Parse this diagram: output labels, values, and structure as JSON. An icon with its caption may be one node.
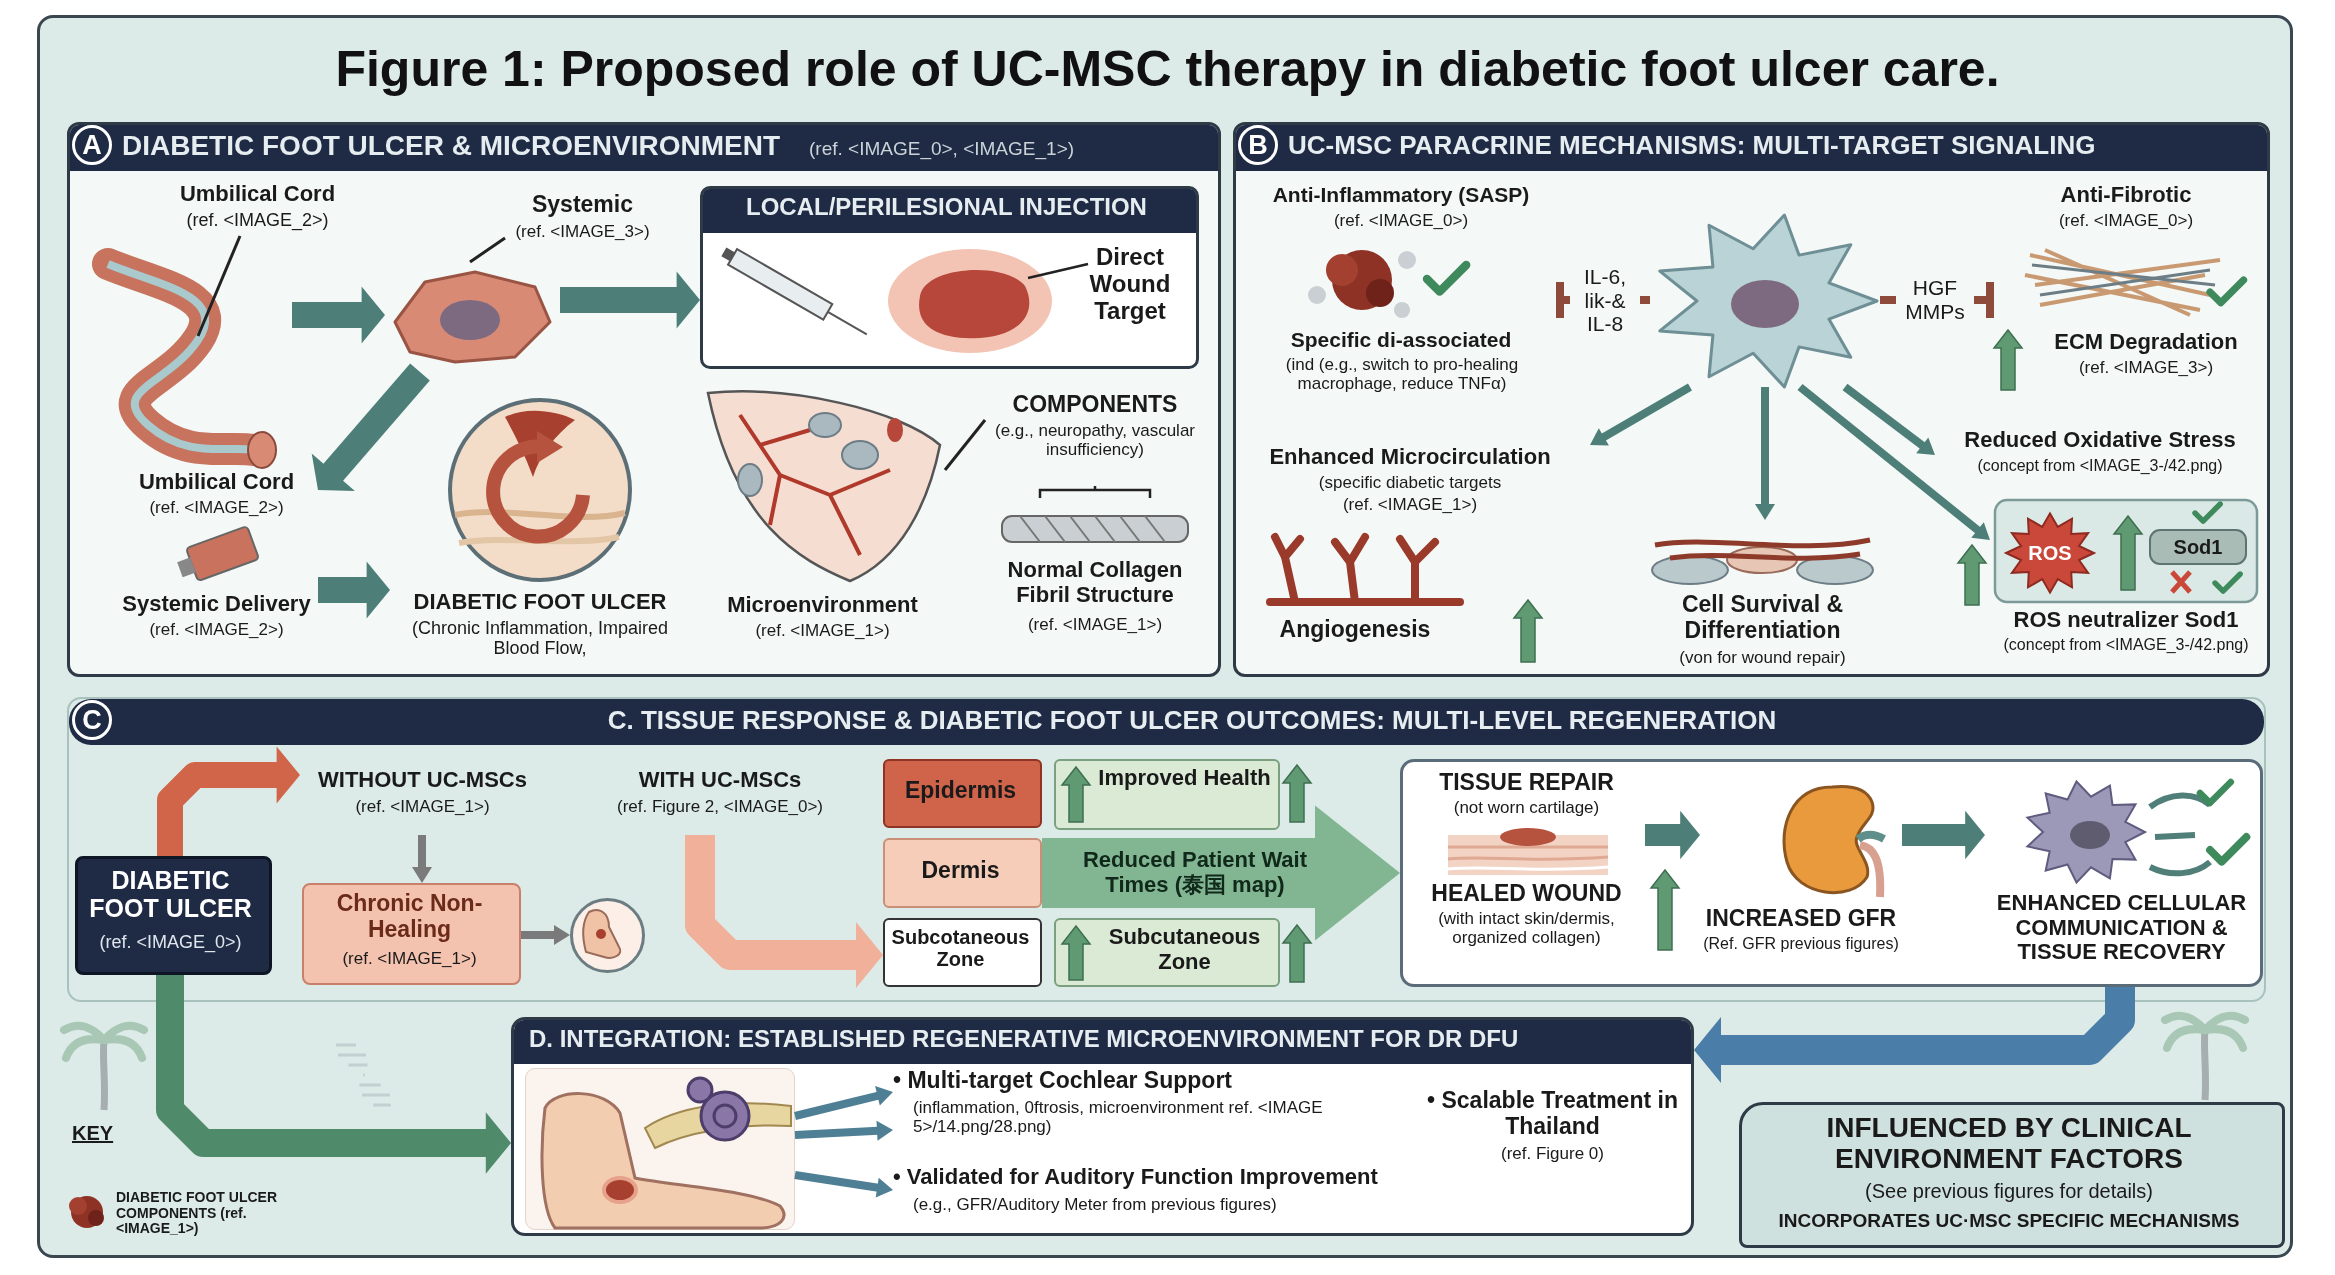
{
  "diagram": {
    "title": "Figure 1: Proposed role of UC-MSC therapy in diabetic foot ulcer care.",
    "nodes": [
      {
        "text": [
          "A",
          "DIABETIC FOOT ULCER & MICROENVIRONMENT",
          "(ref. <IMAGE_0>, <IMAGE_1>)"
        ]
      },
      {
        "text": [
          "Umbilical Cord",
          "(ref. <IMAGE_2>)"
        ],
        "in": 0
      },
      {
        "text": [
          "Systemic",
          "(ref. <IMAGE_3>)"
        ],
        "in": 0
      },
      {
        "text": [
          "LOCAL/PERILESIONAL INJECTION",
          "Direct Wound Target"
        ],
        "in": 0
      },
      {
        "text": [
          "Umbilical Cord",
          "(ref. <IMAGE_2>)",
          "Systemic Delivery",
          "(ref. <IMAGE_2>)"
        ],
        "in": 0
      },
      {
        "text": [
          "DIABETIC FOOT ULCER",
          "(Chronic Inflammation, Impaired Blood Flow,"
        ],
        "in": 0
      },
      {
        "text": [
          "Microenvironment",
          "(ref. <IMAGE_1>)"
        ],
        "in": 0
      },
      {
        "text": [
          "COMPONENTS",
          "(e.g., neuropathy, vascular insufficiency)"
        ],
        "in": 0
      },
      {
        "text": [
          "Normal Collagen Fibril Structure",
          "(ref. <IMAGE_1>)"
        ],
        "in": 0
      },
      {
        "text": [
          "B",
          "UC-MSC PARACRINE MECHANISMS: MULTI-TARGET SIGNALING"
        ]
      },
      {
        "text": [],
        "shape": "picture",
        "in": 9
      },
      {
        "text": [
          "Anti-Inflammatory (SASP)",
          "(ref. <IMAGE_0>)",
          "Specific di-associated",
          "(ind (e.g., switch to pro-healing macrophage, reduce TNFα)"
        ],
        "in": 9
      },
      {
        "text": [
          "Anti-Fibrotic",
          "(ref. <IMAGE_0>)",
          "ECM Degradation",
          "(ref. <IMAGE_3>)"
        ],
        "in": 9
      },
      {
        "text": [
          "Enhanced Microcirculation",
          "(specific diabetic targets",
          "(ref. <IMAGE_1>)",
          "Angiogenesis"
        ],
        "in": 9
      },
      {
        "text": [
          "Cell Survival & Differentiation",
          "(von for wound repair)"
        ],
        "in": 9
      },
      {
        "text": [
          "Reduced Oxidative Stress",
          "(concept from <IMAGE_3-/42.png)"
        ],
        "in": 9
      },
      {
        "text": [
          "ROS",
          "Sod1",
          "ROS neutralizer Sod1",
          "(concept from <IMAGE_3-/42.png)"
        ],
        "in": 9
      },
      {
        "text": [
          "C",
          "C. TISSUE RESPONSE & DIABETIC FOOT ULCER OUTCOMES: MULTI-LEVEL REGENERATION"
        ]
      },
      {
        "text": [
          "DIABETIC FOOT ULCER",
          "(ref. <IMAGE_0>)"
        ],
        "in": 17
      },
      {
        "text": [
          "WITHOUT UC-MSCs",
          "(ref. <IMAGE_1>)"
        ],
        "in": 17
      },
      {
        "text": [
          "Chronic Non-Healing",
          "(ref. <IMAGE_1>)"
        ],
        "in": 17
      },
      {
        "text": [],
        "shape": "circle",
        "in": 17
      },
      {
        "text": [
          "WITH UC-MSCs",
          "(ref. Figure 2, <IMAGE_0>)"
        ],
        "in": 17
      },
      {
        "text": [
          "Epidermis"
        ],
        "in": 17
      },
      {
        "text": [
          "Dermis"
        ],
        "in": 17
      },
      {
        "text": [
          "Subcotaneous Zone"
        ],
        "in": 17
      },
      {
        "text": [
          "Improved Health"
        ],
        "in": 17
      },
      {
        "text": [
          "Subcutaneous Zone"
        ],
        "in": 17
      },
      {
        "text": [],
        "shape": "box",
        "in": 17
      },
      {
        "text": [
          "TISSUE REPAIR",
          "(not worn cartilage)",
          "HEALED WOUND",
          "(with intact skin/dermis, organized collagen)"
        ],
        "in": 28
      },
      {
        "text": [
          "INCREASED GFR",
          "(Ref. GFR previous figures)"
        ],
        "in": 28
      },
      {
        "text": [
          "ENHANCED CELLULAR COMMUNICATION & TISSUE RECOVERY"
        ],
        "in": 28
      },
      {
        "text": [
          "D. INTEGRATION: ESTABLISHED REGENERATIVE MICROENVIRONMENT FOR DR DFU"
        ]
      },
      {
        "text": [],
        "shape": "picture",
        "in": 32
      },
      {
        "text": [
          "• Multi-target Cochlear Support",
          "(inflammation, 0ftrosis, microenvironment ref. <IMAGE 5>/14.png/28.png)"
        ],
        "in": 32
      },
      {
        "text": [
          "• Validated for Auditory Function Improvement",
          "(e.g., GFR/Auditory Meter from previous figures)"
        ],
        "in": 32
      },
      {
        "text": [
          "• Scalable Treatment in Thailand",
          "(ref. Figure 0)"
        ],
        "in": 32
      },
      {
        "text": [
          "INFLUENCED BY CLINICAL ENVIRONMENT FACTORS",
          "(See previous figures for details)",
          "INCORPORATES UC·MSC SPECIFIC MECHANISMS"
        ]
      },
      {
        "text": [],
        "shape": "picture",
        "in": 0
      },
      {
        "text": [],
        "shape": "picture",
        "in": 0
      }
    ],
    "edges": [
      {
        "from": 38,
        "to": 39,
        "arrow": "to",
        "style": "thick"
      },
      {
        "from": 39,
        "to": 3,
        "arrow": "to",
        "style": "thick"
      },
      {
        "from": 39,
        "to": 4,
        "arrow": "to",
        "style": "thick"
      },
      {
        "from": 4,
        "to": 5,
        "arrow": "to",
        "style": "thick"
      },
      {
        "from": 7,
        "to": 6,
        "arrow": "none",
        "color": "#222222"
      },
      {
        "from": 10,
        "to": 11,
        "arrow": "other",
        "label": "IL-6, lik-& IL-8",
        "color": "#8e4a3a"
      },
      {
        "from": 10,
        "to": 12,
        "arrow": "other",
        "label": "HGF MMPs",
        "color": "#8e4a3a"
      },
      {
        "from": 10,
        "to": 13,
        "arrow": "to"
      },
      {
        "from": 10,
        "to": 14,
        "arrow": "to"
      },
      {
        "from": 10,
        "to": 15,
        "arrow": "to"
      },
      {
        "from": 10,
        "to": 16,
        "arrow": "to"
      },
      {
        "from": 18,
        "to": 19,
        "arrow": "to",
        "style": "thick",
        "color": "#d0654a"
      },
      {
        "from": 19,
        "to": 20,
        "arrow": "to",
        "color": "#7a7a7a"
      },
      {
        "from": 20,
        "to": 21,
        "arrow": "to",
        "color": "#7a7a7a"
      },
      {
        "from": 22,
        "to": 25,
        "arrow": "to",
        "style": "thick",
        "color": "#f0b09a"
      },
      {
        "from": 24,
        "to": 28,
        "arrow": "to",
        "style": "thick",
        "label": "Reduced Patient Wait Times (泰国 map)",
        "color": "#82b592"
      },
      {
        "from": 29,
        "to": 30,
        "arrow": "to",
        "style": "thick"
      },
      {
        "from": 30,
        "to": 31,
        "arrow": "to",
        "style": "thick"
      },
      {
        "from": 18,
        "to": 32,
        "arrow": "to",
        "style": "thick",
        "color": "#4f8a6b"
      },
      {
        "from": 28,
        "to": 32,
        "arrow": "to",
        "style": "thick",
        "color": "#4a7ea8"
      },
      {
        "from": 33,
        "to": 34,
        "arrow": "to",
        "color": "#4f7f95"
      },
      {
        "from": 33,
        "to": 34,
        "arrow": "to",
        "color": "#4f7f95"
      },
      {
        "from": 33,
        "to": 35,
        "arrow": "to",
        "color": "#4f7f95"
      },
      {
        "from": 1,
        "to": 38,
        "arrow": "none",
        "color": "#222222"
      },
      {
        "from": 2,
        "to": 39,
        "arrow": "none",
        "color": "#222222"
      }
    ],
    "labels": [
      "KEY"
    ],
    "legend": [
      {
        "text": "DIABETIC FOOT ULCER COMPONENTS (ref. <IMAGE_1>)"
      }
    ]
  }
}
